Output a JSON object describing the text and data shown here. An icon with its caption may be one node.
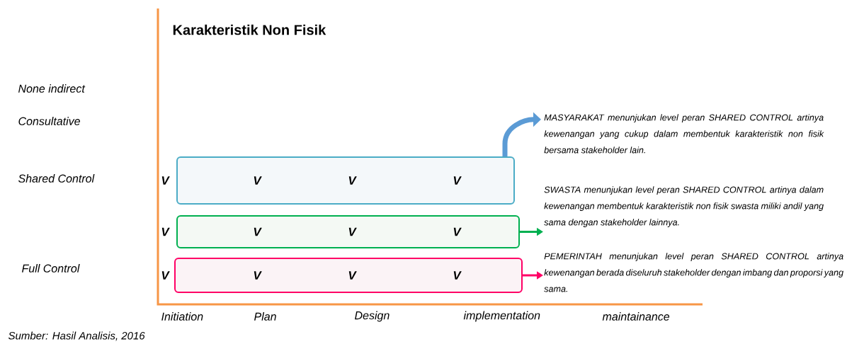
{
  "diagram": {
    "title": "Karakteristik Non Fisik",
    "caption": "Sumber: Hasil Analisis, 2016",
    "nodes": [
      {
        "text": [
          "V",
          "V",
          "V"
        ],
        "beside": [
          "V"
        ]
      },
      {
        "text": [
          "V",
          "V",
          "V"
        ],
        "beside": [
          "V"
        ]
      },
      {
        "text": [
          "V",
          "V",
          "V"
        ],
        "beside": [
          "V"
        ]
      },
      {
        "text": [
          "MASYARAKAT menunjukan level peran SHARED CONTROL artinya kewenangan yang cukup dalam membentuk karakteristik non fisik bersama stakeholder lain."
        ]
      },
      {
        "text": [
          "SWASTA menunjukan level peran SHARED CONTROL artinya dalam kewenangan membentuk karakteristik non fisik swasta miliki andil yang sama dengan stakeholder lainnya."
        ]
      },
      {
        "text": [
          "PEMERINTAH menunjukan level peran SHARED CONTROL artinya kewenangan berada diseluruh stakeholder dengan imbang dan proporsi yang sama."
        ]
      }
    ],
    "edges": [
      {
        "from": 0,
        "to": 3,
        "arrow": "to",
        "style": "thick",
        "color": "#5b9bd5"
      },
      {
        "from": 1,
        "to": 4,
        "arrow": "to",
        "color": "#00b050"
      },
      {
        "from": 2,
        "to": 5,
        "arrow": "to",
        "color": "#ff0066"
      }
    ],
    "labels": [
      "None indirect",
      "Consultative",
      "Shared Control",
      "Full Control",
      "Initiation",
      "Plan",
      "Design",
      "implementation",
      "maintainance"
    ]
  }
}
